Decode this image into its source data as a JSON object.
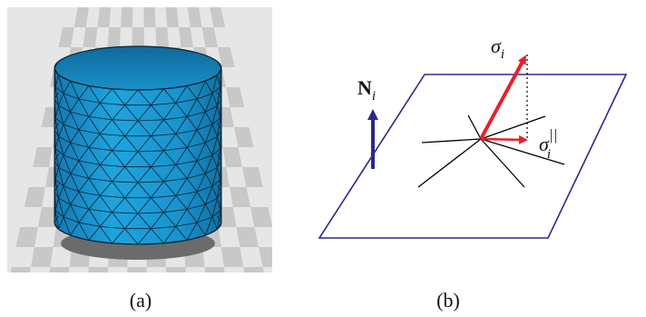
{
  "panels": [
    {
      "id": "a",
      "caption": "(a)"
    },
    {
      "id": "b",
      "caption": "(b)"
    }
  ],
  "labels": {
    "normal_symbol": "N",
    "normal_sub": "i",
    "sigma_symbol": "σ",
    "sigma_sub": "i",
    "parallel_sup": "||"
  },
  "colors": {
    "mesh_fill": "#1f9fd9",
    "mesh_fill_dark": "#1478b0",
    "mesh_line": "#0b2433",
    "floor_light": "#f0f0f0",
    "floor_dark": "#c8c8c8",
    "plane_stroke": "#2a2a8c",
    "normal_arrow": "#2a2a8c",
    "sigma_arrow": "#e8202a",
    "line_black": "#000000"
  }
}
